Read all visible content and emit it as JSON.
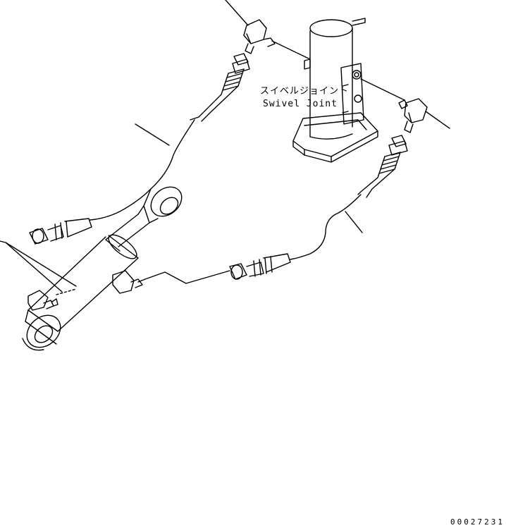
{
  "diagram": {
    "swivel_joint_label_jp": "スイベルジョイント",
    "swivel_joint_label_en": "Swivel Joint",
    "drawing_number": "00027231"
  },
  "colors": {
    "line": "#000000",
    "background": "#ffffff"
  }
}
